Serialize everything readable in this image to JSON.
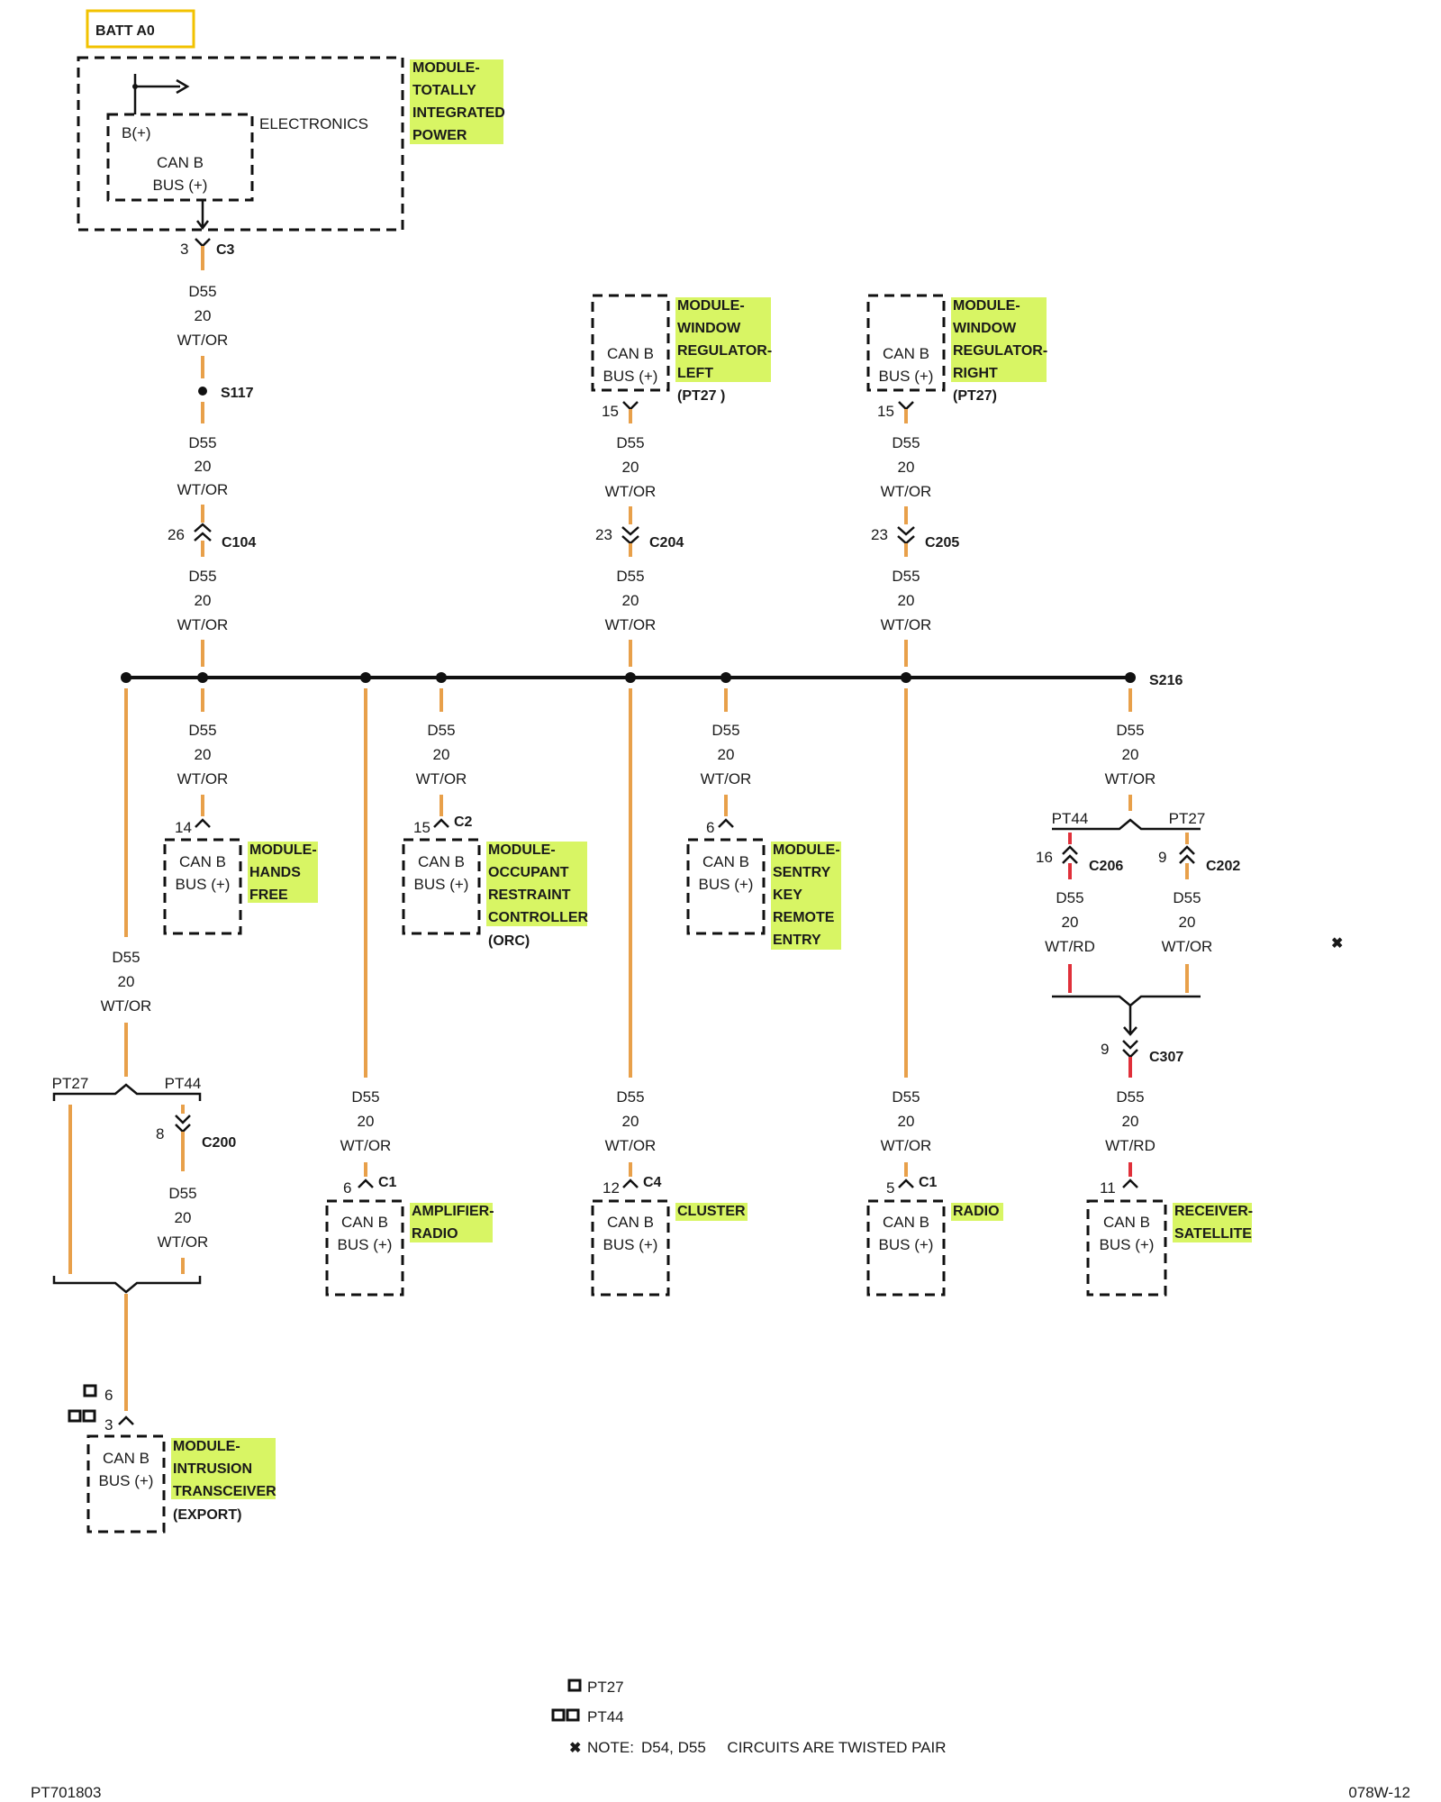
{
  "header": {
    "batt_label": "BATT A0"
  },
  "wire": {
    "circuit": "D55",
    "gauge": "20",
    "color_wtor": "WT/OR",
    "color_wtrd": "WT/RD"
  },
  "common": {
    "can_b": "CAN B",
    "bus_plus": "BUS (+)"
  },
  "modules": {
    "tipm": {
      "lines": [
        "MODULE-",
        "TOTALLY",
        "INTEGRATED",
        "POWER"
      ],
      "electronics": "ELECTRONICS",
      "bplus": "B(+)"
    },
    "wrl": {
      "lines": [
        "MODULE-",
        "WINDOW",
        "REGULATOR-",
        "LEFT"
      ],
      "sub": "(PT27 )"
    },
    "wrr": {
      "lines": [
        "MODULE-",
        "WINDOW",
        "REGULATOR-",
        "RIGHT"
      ],
      "sub": "(PT27)"
    },
    "hfm": {
      "lines": [
        "MODULE-",
        "HANDS",
        "FREE"
      ]
    },
    "orc": {
      "lines": [
        "MODULE-",
        "OCCUPANT",
        "RESTRAINT",
        "CONTROLLER"
      ],
      "sub": "(ORC)"
    },
    "skreem": {
      "lines": [
        "MODULE-",
        "SENTRY",
        "KEY",
        "REMOTE",
        "ENTRY"
      ]
    },
    "amp": {
      "lines": [
        "AMPLIFIER-",
        "RADIO"
      ]
    },
    "cluster": {
      "lines": [
        "CLUSTER"
      ]
    },
    "radio": {
      "lines": [
        "RADIO"
      ]
    },
    "sdars": {
      "lines": [
        "RECEIVER-",
        "SATELLITE"
      ]
    },
    "itm": {
      "lines": [
        "MODULE-",
        "INTRUSION",
        "TRANSCEIVER"
      ],
      "sub": "(EXPORT)"
    }
  },
  "connectors": {
    "c3": "C3",
    "c3_pin": "3",
    "s117": "S117",
    "c104": "C104",
    "c104_pin": "26",
    "wrl_pin": "15",
    "c204": "C204",
    "c204_pin": "23",
    "wrr_pin": "15",
    "c205": "C205",
    "c205_pin": "23",
    "s216": "S216",
    "hfm_pin": "14",
    "orc_pin": "15",
    "orc_conn": "C2",
    "skreem_pin": "6",
    "c206": "C206",
    "c206_pin": "16",
    "c202": "C202",
    "c202_pin": "9",
    "c307": "C307",
    "c307_pin": "9",
    "c200": "C200",
    "c200_pin": "8",
    "amp_pin": "6",
    "amp_conn": "C1",
    "cluster_pin": "12",
    "cluster_conn": "C4",
    "radio_pin": "5",
    "radio_conn": "C1",
    "sdars_pin": "11",
    "itm_pin_a": "6",
    "itm_pin_b": "3"
  },
  "branches": {
    "pt27": "PT27",
    "pt44": "PT44"
  },
  "legend": {
    "pt27": "PT27",
    "pt44": "PT44",
    "note_prefix": "NOTE:",
    "note_text": "D54, D55     CIRCUITS ARE TWISTED PAIR"
  },
  "footer": {
    "left": "PT701803",
    "right": "078W-12"
  },
  "colors": {
    "wire_wtor": "#e8a04a",
    "wire_wtrd": "#e0303a",
    "highlight": "#d8f564",
    "batt_border": "#f2c200"
  }
}
